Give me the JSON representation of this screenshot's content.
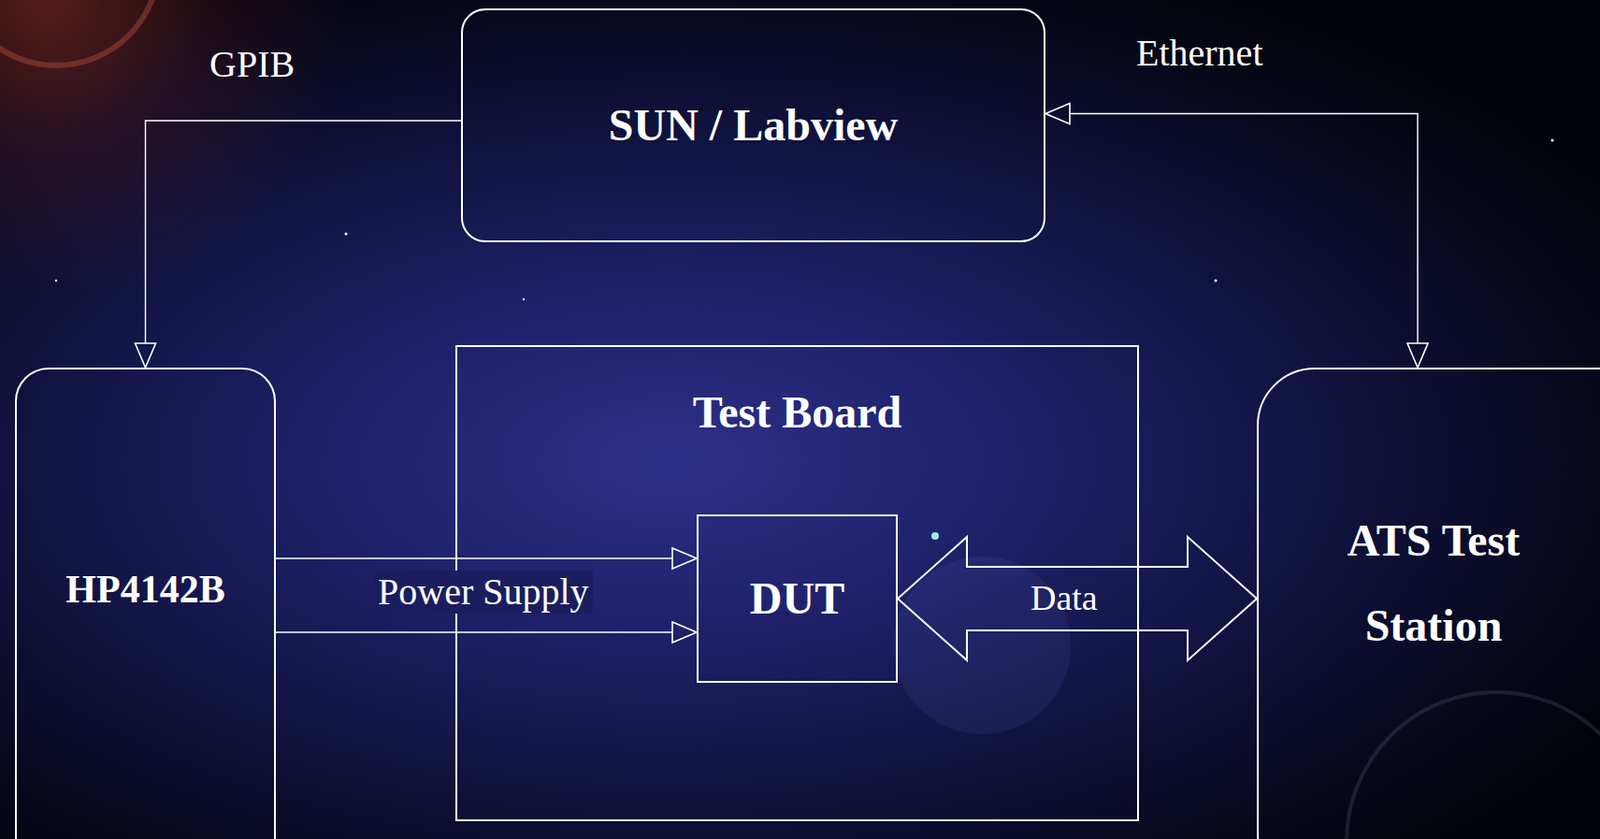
{
  "diagram": {
    "nodes": [
      {
        "text": [
          "SUN / Labview"
        ]
      },
      {
        "text": [
          "HP4142B"
        ]
      },
      {
        "text": [
          "Test Board"
        ]
      },
      {
        "text": [
          "DUT"
        ],
        "in": 2
      },
      {
        "text": [
          "ATS Test Station"
        ]
      }
    ],
    "edges": [
      {
        "from": 0,
        "to": 1,
        "label": "GPIB",
        "arrow": "to"
      },
      {
        "from": 0,
        "to": 4,
        "label": "Ethernet",
        "arrow": "both"
      },
      {
        "from": 1,
        "to": 3,
        "label": "Power Supply",
        "arrow": "to"
      },
      {
        "from": 1,
        "to": 3,
        "arrow": "to"
      },
      {
        "from": 3,
        "to": 4,
        "label": "Data",
        "arrow": "both"
      }
    ]
  }
}
